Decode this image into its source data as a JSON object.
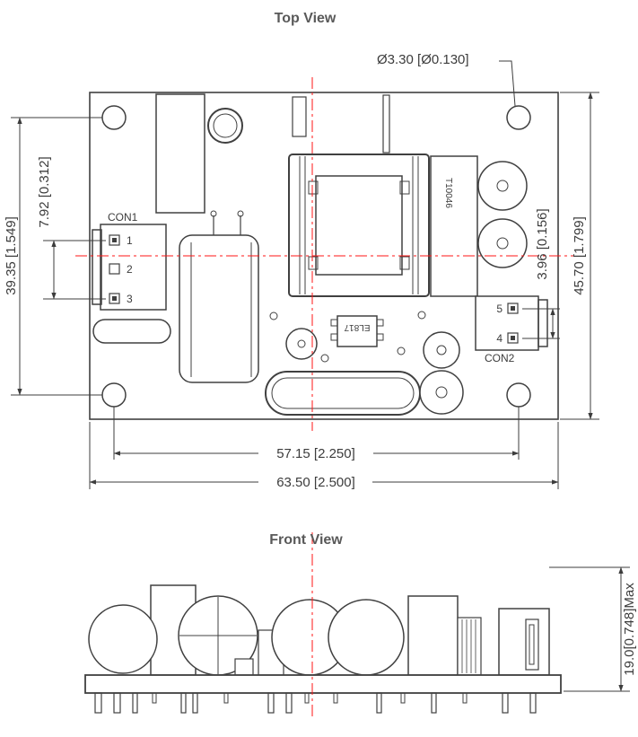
{
  "drawing": {
    "top_view": {
      "title": "Top View",
      "hole_diameter": "Ø3.30 [Ø0.130]",
      "dim_pin_span_con1": "7.92 [0.312]",
      "dim_hole_span_v": "39.35 [1.549]",
      "dim_board_h": "45.70 [1.799]",
      "dim_pin_span_con2": "3.96 [0.156]",
      "dim_hole_span_h": "57.15 [2.250]",
      "dim_board_w": "63.50 [2.500]",
      "con1": {
        "label": "CON1",
        "pins": [
          "1",
          "2",
          "3"
        ]
      },
      "con2": {
        "label": "CON2",
        "pins": [
          "5",
          "4"
        ]
      },
      "transformer_marking": "T10046",
      "optocoupler_marking": "EL817"
    },
    "front_view": {
      "title": "Front View",
      "dim_max_height": "19.0[0.748]Max"
    },
    "colors": {
      "line": "#404040",
      "centerline": "#ff1515"
    }
  }
}
